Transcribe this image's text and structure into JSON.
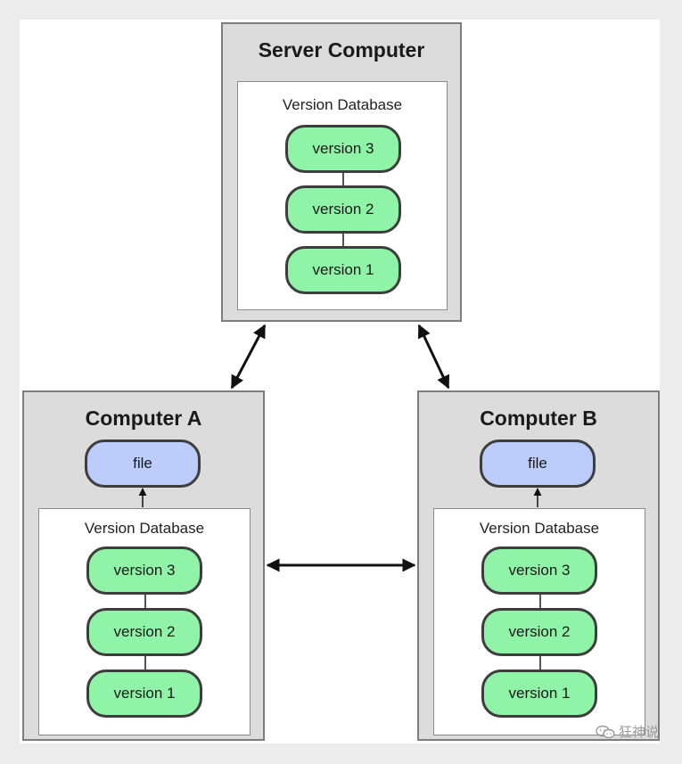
{
  "server": {
    "title": "Server Computer",
    "db_label": "Version Database",
    "versions": [
      "version 3",
      "version 2",
      "version 1"
    ]
  },
  "computer_a": {
    "title": "Computer A",
    "file_label": "file",
    "db_label": "Version Database",
    "versions": [
      "version 3",
      "version 2",
      "version 1"
    ]
  },
  "computer_b": {
    "title": "Computer B",
    "file_label": "file",
    "db_label": "Version Database",
    "versions": [
      "version 3",
      "version 2",
      "version 1"
    ]
  },
  "watermark": {
    "text": "狂神说"
  },
  "colors": {
    "version_fill": "#8ff3a8",
    "file_fill": "#bccdfc",
    "box_fill": "#dcdcdc",
    "border": "#7d7d7d"
  }
}
